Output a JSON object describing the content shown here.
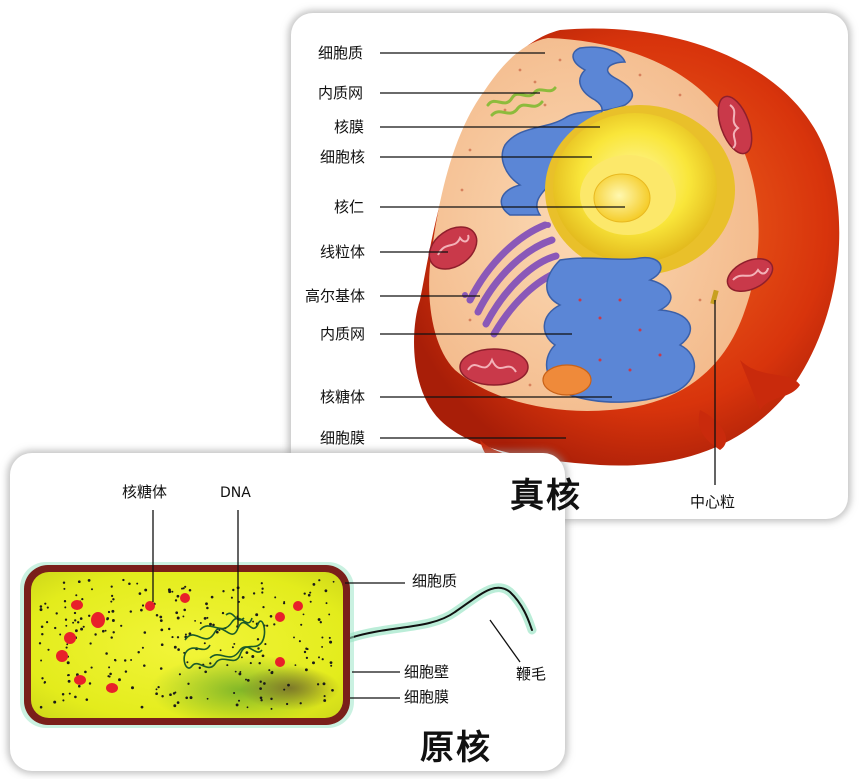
{
  "eukaryote": {
    "title": "真核",
    "labels": {
      "cytoplasm": "细胞质",
      "er_top": "内质网",
      "nuclear_membrane": "核膜",
      "nucleus": "细胞核",
      "nucleolus": "核仁",
      "mitochondria": "线粒体",
      "golgi": "高尔基体",
      "er_bottom": "内质网",
      "ribosome": "核糖体",
      "cell_membrane": "细胞膜",
      "centriole": "中心粒"
    }
  },
  "prokaryote": {
    "title": "原核",
    "labels": {
      "ribosome": "核糖体",
      "dna": "DNA",
      "cytoplasm": "细胞质",
      "cell_wall": "细胞壁",
      "cell_membrane": "细胞膜",
      "flagellum": "鞭毛"
    }
  },
  "colors": {
    "cell_outer": "#d8340c",
    "cytoplasm_fill": "#f6c79a",
    "nucleus": "#f7e23a",
    "er": "#5b86d6",
    "golgi": "#8a58b8",
    "mitochondria": "#c9394a",
    "bacteria_fill": "#e8f022",
    "bacteria_wall": "#7a1f1a",
    "ribosome_red": "#e8202a"
  }
}
